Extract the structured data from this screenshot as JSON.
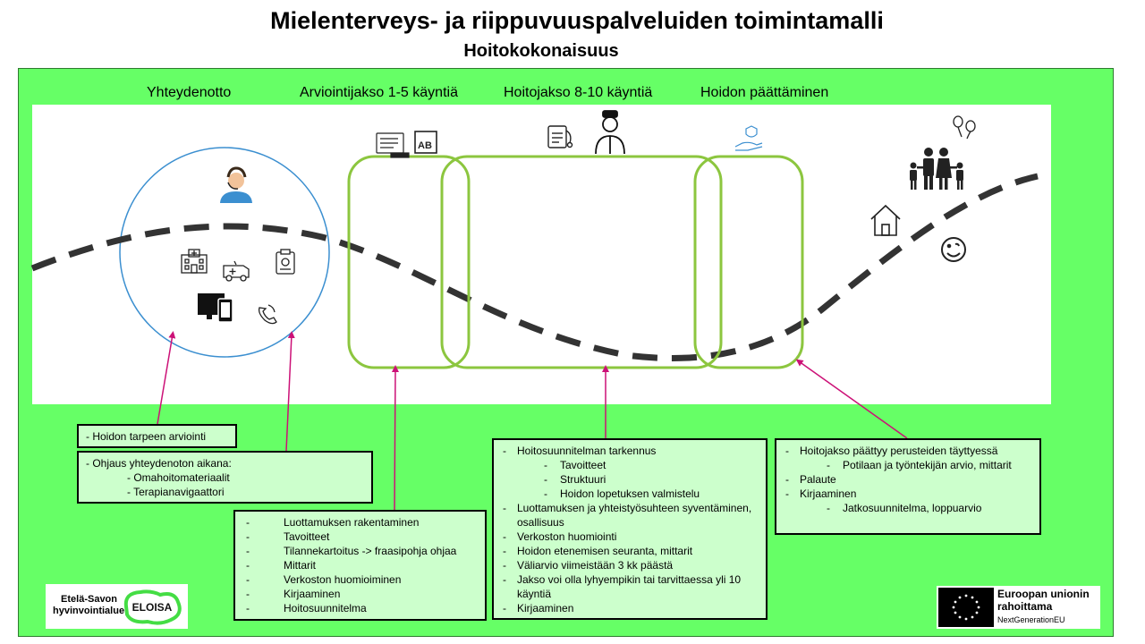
{
  "title": "Mielenterveys- ja riippuvuuspalveluiden toimintamalli",
  "subtitle": "Hoitokokonaisuus",
  "phases": [
    "Yhteydenotto",
    "Arviointijakso 1-5 käyntiä",
    "Hoitojakso 8-10 käyntiä",
    "Hoidon päättäminen"
  ],
  "icons": {
    "contact": [
      "call-center-agent-icon",
      "hospital-icon",
      "ambulance-icon",
      "clipboard-icon",
      "computer-phone-icon",
      "phone-call-icon"
    ],
    "assessment": [
      "assessment-forms-icon"
    ],
    "treatment": [
      "medical-record-icon",
      "doctor-icon"
    ],
    "ending": [
      "care-hand-icon"
    ],
    "outcome": [
      "family-icon",
      "balloons-icon",
      "home-icon",
      "smiley-icon"
    ]
  },
  "boxes": {
    "arviointi": "- Hoidon tarpeen arviointi",
    "ohjaus": {
      "head": "- Ohjaus yhteydenoton aikana:",
      "items": [
        "- Omahoitomateriaalit",
        "- Terapianavigaattori"
      ]
    },
    "arviointijakso": [
      "Luottamuksen rakentaminen",
      "Tavoitteet",
      "Tilannekartoitus -> fraasipohja ohjaa",
      "Mittarit",
      "Verkoston huomioiminen",
      "Kirjaaminen",
      "Hoitosuunnitelma"
    ],
    "hoitojakso": {
      "item1": "Hoitosuunnitelman tarkennus",
      "sub1": [
        "Tavoitteet",
        "Struktuuri",
        "Hoidon lopetuksen valmistelu"
      ],
      "rest": [
        "Luottamuksen ja yhteistyösuhteen syventäminen, osallisuus",
        "Verkoston huomiointi",
        "Hoidon etenemisen seuranta, mittarit",
        "Väliarvio viimeistään 3 kk päästä",
        "Jakso voi olla lyhyempikin tai tarvittaessa yli 10 käyntiä",
        "Kirjaaminen"
      ]
    },
    "paattaminen": {
      "item1": "Hoitojakso päättyy perusteiden täyttyessä",
      "sub1": "Potilaan ja työntekijän arvio, mittarit",
      "item2": "Palaute",
      "item3": "Kirjaaminen",
      "sub3": "Jatkosuunnitelma, loppuarvio"
    }
  },
  "logos": {
    "left_line1": "Etelä-Savon",
    "left_line2": "hyvinvointialue",
    "left_brand": "ELOISA",
    "eu_line1": "Euroopan unionin",
    "eu_line2": "rahoittama",
    "eu_line3": "NextGenerationEU"
  },
  "colors": {
    "panel": "#66ff66",
    "boxes": "#ccffcc",
    "phase_outline": "#8cc63f",
    "arrow": "#cc1177",
    "circle": "#3b8fd0",
    "path": "#333333"
  }
}
